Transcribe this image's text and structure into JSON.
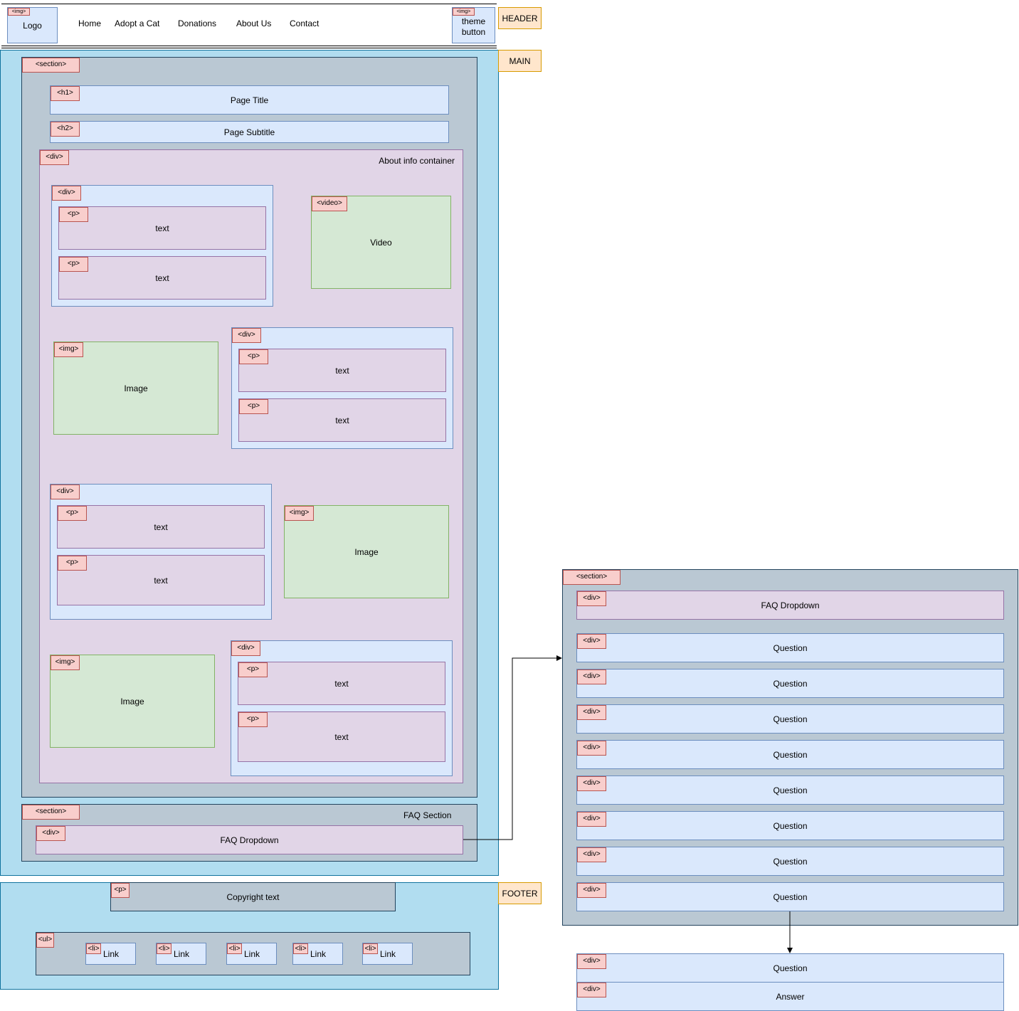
{
  "tags": {
    "img": "<img>",
    "section": "<section>",
    "h1": "<h1>",
    "h2": "<h2>",
    "div": "<div>",
    "p": "<p>",
    "video": "<video>",
    "ul": "<ul>",
    "li": "<li>"
  },
  "region_labels": {
    "header": "HEADER",
    "main": "MAIN",
    "footer": "FOOTER"
  },
  "header": {
    "logo": "Logo",
    "nav": [
      "Home",
      "Adopt a Cat",
      "Donations",
      "About Us",
      "Contact"
    ],
    "theme_button": "theme button"
  },
  "main": {
    "page_title": "Page Title",
    "page_subtitle": "Page Subtitle",
    "about_container": "About info container",
    "text": "text",
    "video": "Video",
    "image": "Image",
    "faq_section": "FAQ Section",
    "faq_dropdown": "FAQ Dropdown"
  },
  "footer": {
    "copyright": "Copyright text",
    "link": "Link"
  },
  "faq_detail": {
    "dropdown": "FAQ Dropdown",
    "question": "Question",
    "answer": "Answer"
  },
  "colors": {
    "tag_fill": "#f8cecc",
    "container_fill": "#dae8fc",
    "text_fill": "#e1d5e7",
    "media_fill": "#d5e8d4",
    "section_fill": "#bac8d3",
    "region_fill": "#b1ddf0",
    "region_label_fill": "#ffe6cc"
  }
}
